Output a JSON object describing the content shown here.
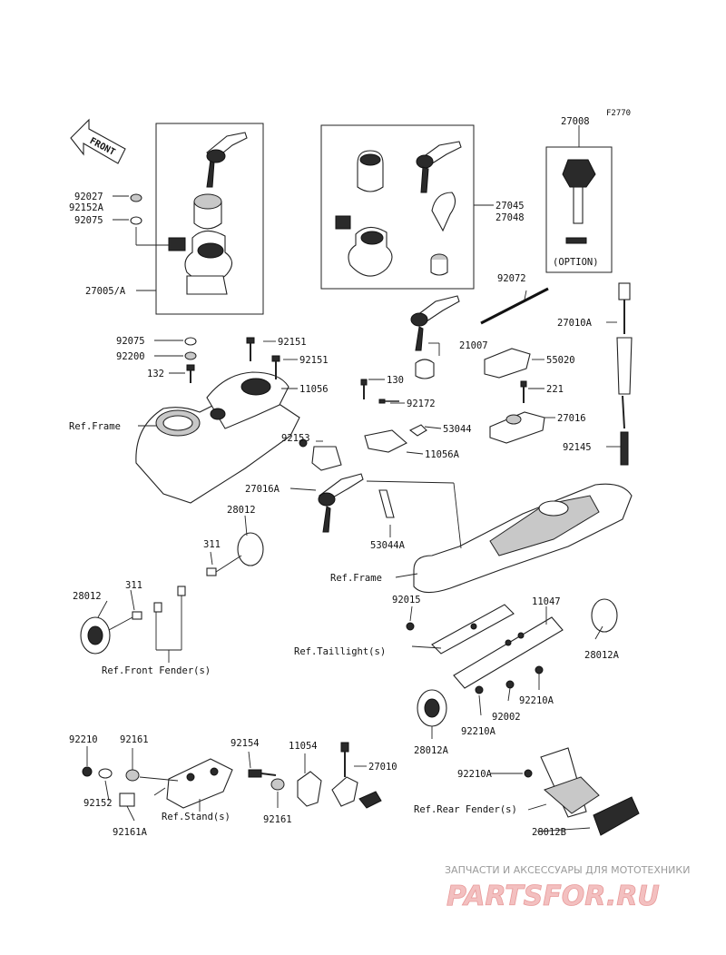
{
  "diagram": {
    "code": "F2770",
    "front_label": "FRONT",
    "option_label": "(OPTION)",
    "parts": {
      "p27008": "27008",
      "p92027": "92027",
      "p92152A": "92152A",
      "p92075a": "92075",
      "p27045": "27045",
      "p27048": "27048",
      "p27005A": "27005/A",
      "p92072": "92072",
      "p27010A": "27010A",
      "p92075b": "92075",
      "p92151a": "92151",
      "p92200": "92200",
      "p92151b": "92151",
      "p132": "132",
      "p21007": "21007",
      "p55020": "55020",
      "p130": "130",
      "p11056": "11056",
      "p221": "221",
      "p92172": "92172",
      "p27016": "27016",
      "p53044": "53044",
      "p92153": "92153",
      "p11056A": "11056A",
      "p92145": "92145",
      "p27016A": "27016A",
      "p28012a": "28012",
      "p53044A": "53044A",
      "p311a": "311",
      "p28012b": "28012",
      "p311b": "311",
      "p92015": "92015",
      "p11047": "11047",
      "p28012A1": "28012A",
      "p92210A1": "92210A",
      "p92002": "92002",
      "p92210A2": "92210A",
      "p28012A2": "28012A",
      "p92210": "92210",
      "p92161a": "92161",
      "p92154": "92154",
      "p11054": "11054",
      "p27010": "27010",
      "p92152": "92152",
      "p92161A": "92161A",
      "p92161b": "92161",
      "p92210A3": "92210A",
      "p28012B": "28012B"
    },
    "references": {
      "frame1": "Ref.Frame",
      "frame2": "Ref.Frame",
      "taillight": "Ref.Taillight(s)",
      "front_fender": "Ref.Front Fender(s)",
      "stand": "Ref.Stand(s)",
      "rear_fender": "Ref.Rear Fender(s)"
    }
  },
  "watermark": {
    "subtitle": "ЗАПЧАСТИ И АКСЕССУАРЫ ДЛЯ МОТОТЕХНИКИ",
    "logo": "PARTSFOR.RU"
  }
}
